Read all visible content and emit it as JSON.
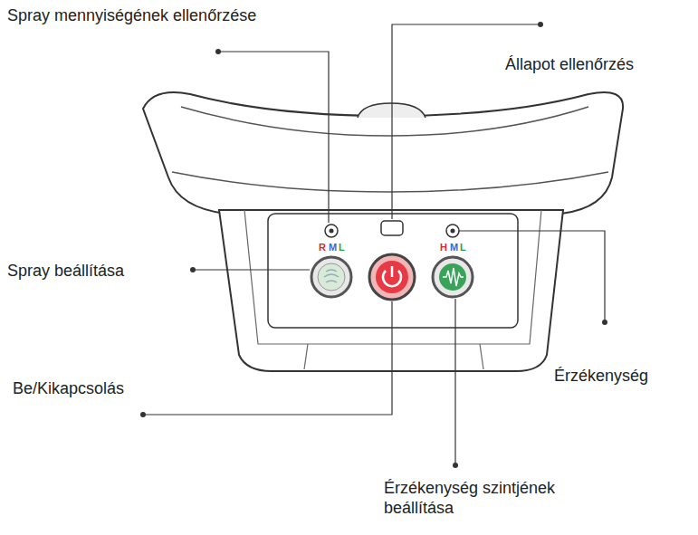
{
  "diagram": {
    "labels": [
      "Spray mennyiségének ellenőrzése",
      "Állapot ellenőrzés",
      "Spray beállítása",
      "Érzékenység",
      "Be/Kikapcsolás",
      "Érzékenység szintjének beállítása",
      "R",
      "M",
      "L",
      "H",
      "M",
      "L"
    ]
  }
}
